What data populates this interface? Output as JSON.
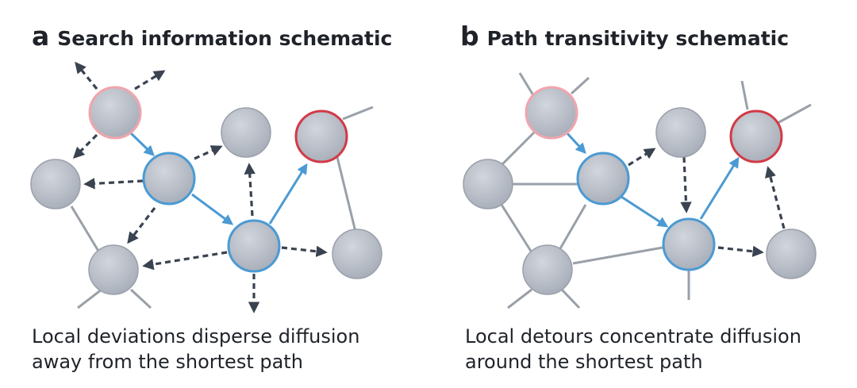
{
  "colors": {
    "node_fill": "#b9bec8",
    "node_stroke": "#9aa0aa",
    "source_stroke": "#f0a5ad",
    "target_stroke": "#d23a46",
    "path_stroke": "#4b9ad3",
    "edge": "#9aa0a8",
    "dashed": "#3a4350",
    "path_edge": "#4b9ad3"
  },
  "panel_a": {
    "letter": "a",
    "title": "Search information schematic",
    "caption": [
      "Local deviations disperse diffusion",
      "away from the shortest path"
    ]
  },
  "panel_b": {
    "letter": "b",
    "title": "Path transitivity schematic",
    "caption": [
      "Local detours concentrate diffusion",
      "around the shortest path"
    ]
  }
}
